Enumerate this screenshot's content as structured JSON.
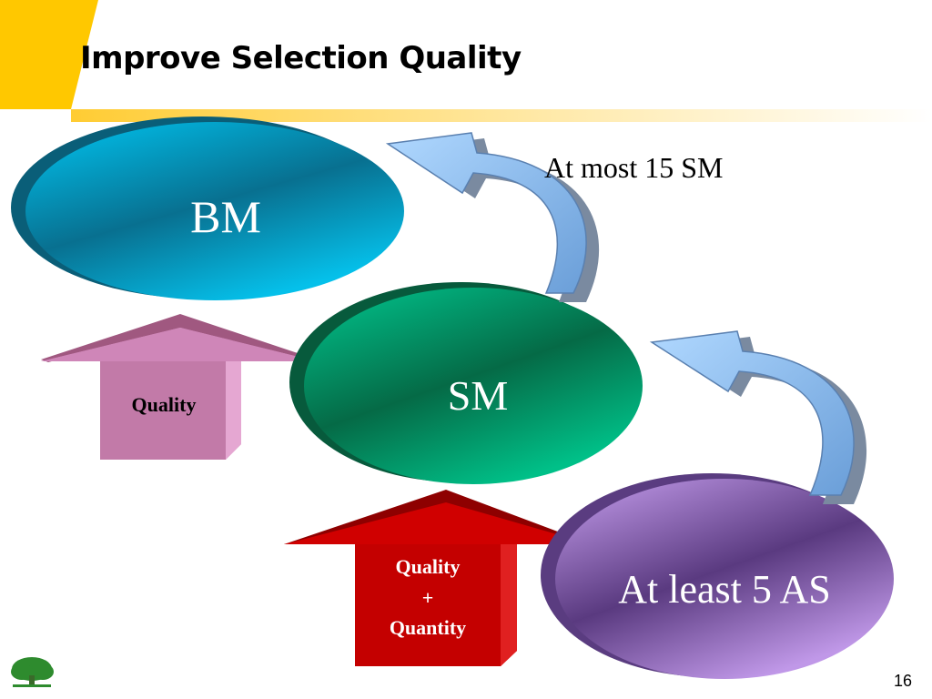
{
  "slide": {
    "title": "Improve Selection Quality",
    "page_number": "16"
  },
  "nodes": {
    "bm": {
      "label": "BM",
      "color": "#1aa8cc"
    },
    "sm": {
      "label": "SM",
      "color": "#10a878"
    },
    "as": {
      "label": "At least 5 AS",
      "color": "#9a70c8"
    }
  },
  "arrows": {
    "quality_arrow": {
      "label": "Quality",
      "color": "#c07ca8"
    },
    "quality_quantity_arrow": {
      "line1": "Quality",
      "line2": "+",
      "line3": "Quantity",
      "color": "#c00000"
    }
  },
  "annotations": {
    "top_note": "At most 15 SM"
  },
  "colors": {
    "header_accent": "#ffc800",
    "curved_arrow": "#8ab8e8",
    "logo": "#2e8b2e"
  },
  "icons": {
    "logo": "tree-logo-icon"
  }
}
